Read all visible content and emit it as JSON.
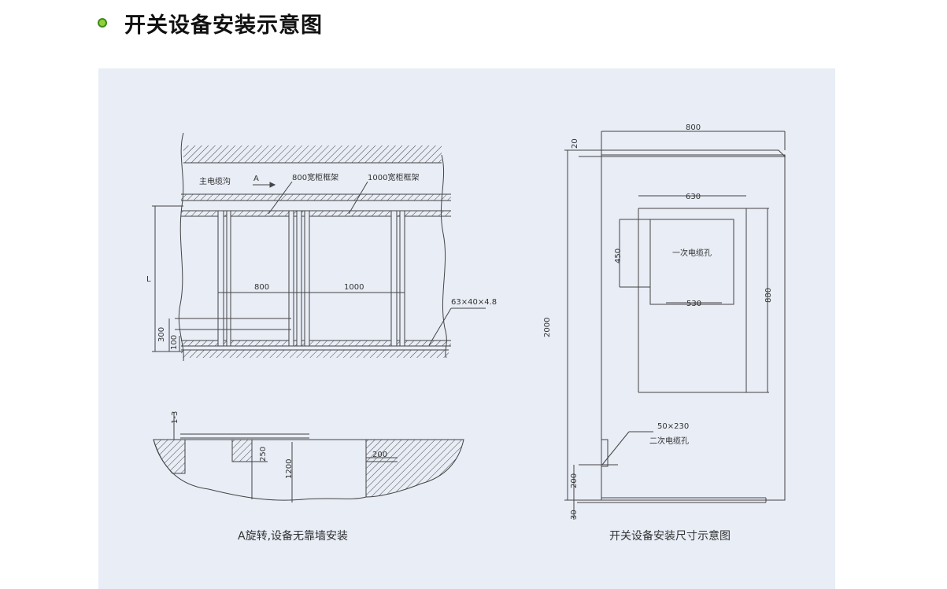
{
  "header": {
    "title": "开关设备安装示意图",
    "bullet_color": "#8ed13a"
  },
  "panel": {
    "background": "#e8edf6"
  },
  "plan_view": {
    "main_trench_label": "主电缆沟",
    "direction_label": "A",
    "frame_800_label": "800宽柜框架",
    "frame_1000_label": "1000宽柜框架",
    "width_800": "800",
    "width_1000": "1000",
    "dim_L": "L",
    "dim_300": "300",
    "dim_100": "100",
    "angle_steel": "63×40×4.8"
  },
  "section_view": {
    "dim_1_3": "1-3",
    "dim_250": "250",
    "dim_1200": "1200",
    "dim_200": "200"
  },
  "elevation_view": {
    "dim_800": "800",
    "dim_20": "20",
    "dim_630": "630",
    "dim_450": "450",
    "primary_hole_label": "一次电缆孔",
    "dim_530": "530",
    "dim_880": "880",
    "dim_2000": "2000",
    "secondary_hole_size": "50×230",
    "secondary_hole_label": "二次电缆孔",
    "dim_200": "200",
    "dim_30": "30"
  },
  "captions": {
    "left": "A旋转,设备无靠墙安装",
    "right": "开关设备安装尺寸示意图"
  }
}
